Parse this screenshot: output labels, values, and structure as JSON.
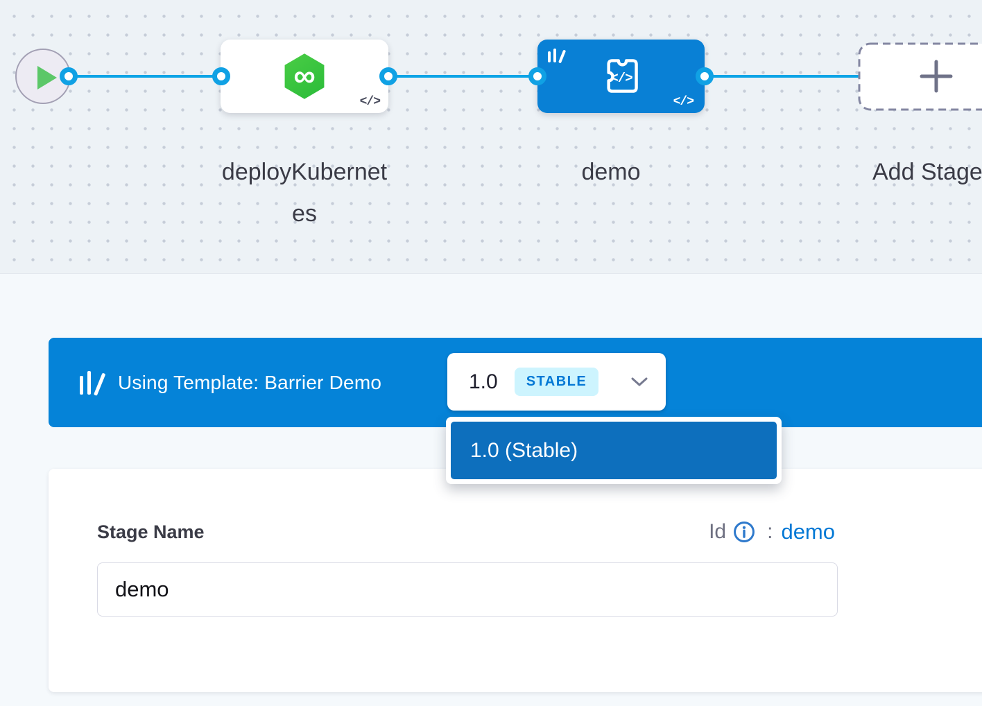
{
  "canvas": {
    "stages": [
      {
        "name": "deployKubernetes",
        "type": "deploy-kubernetes",
        "code_glyph": "</>"
      },
      {
        "name": "demo",
        "type": "custom-from-template",
        "code_glyph": "</>"
      }
    ],
    "add_stage": {
      "label": "Add Stage"
    }
  },
  "icons": {
    "deploy_infinity_glyph": "∞",
    "custom_stage_code_glyph": "</>"
  },
  "template_banner": {
    "text": "Using Template: Barrier Demo",
    "version_value": "1.0",
    "version_badge": "STABLE"
  },
  "version_dropdown": {
    "items": [
      {
        "label": "1.0 (Stable)",
        "selected": true
      }
    ]
  },
  "stage_form": {
    "name_label": "Stage Name",
    "name_value": "demo",
    "id_label": "Id",
    "id_colon": ":",
    "id_value": "demo"
  },
  "colors": {
    "banner_blue": "#0583D8",
    "node_blue": "#0980D5",
    "dropdown_selected_blue": "#0D6FBD",
    "accent_blue": "#0278D5",
    "edge_blue": "#0BA4E6",
    "deploy_green": "#3EC53C",
    "badge_bg": "#CDF4FE",
    "canvas_bg": "#EDF2F6"
  }
}
